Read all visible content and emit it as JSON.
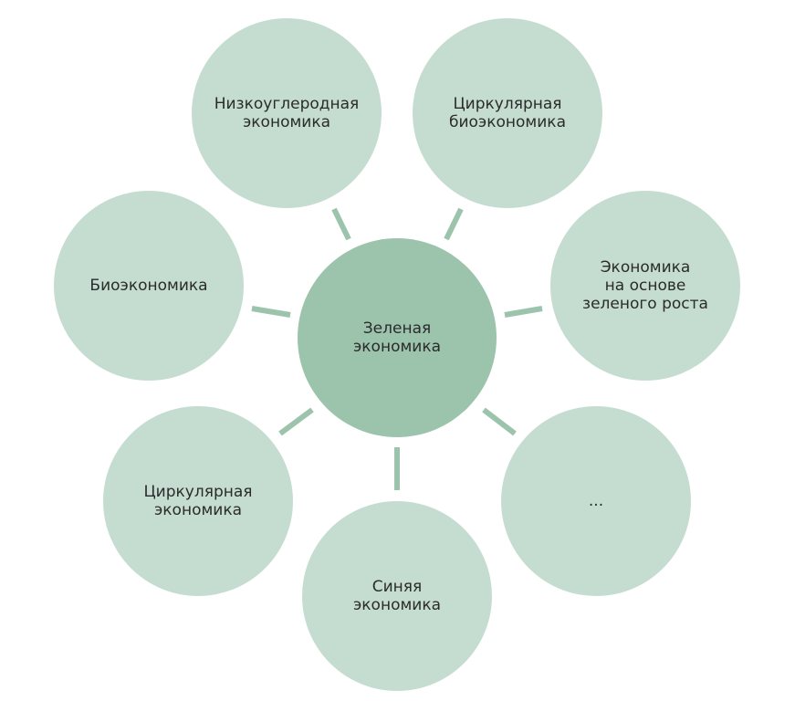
{
  "diagram": {
    "center": {
      "label": "Зеленая\nэкономика"
    },
    "nodes": [
      {
        "label": "Низкоуглеродная\nэкономика"
      },
      {
        "label": "Циркулярная\nбиоэкономика"
      },
      {
        "label": "Биоэкономика"
      },
      {
        "label": "Экономика\nна основе\nзеленого роста"
      },
      {
        "label": "Циркулярная\nэкономика"
      },
      {
        "label": "..."
      },
      {
        "label": "Синяя\nэкономика"
      }
    ],
    "colors": {
      "center_fill": "#9cc4ad",
      "node_fill": "#c5ddd0",
      "connector": "#9cc4ad",
      "text": "#2b2b2b"
    }
  }
}
